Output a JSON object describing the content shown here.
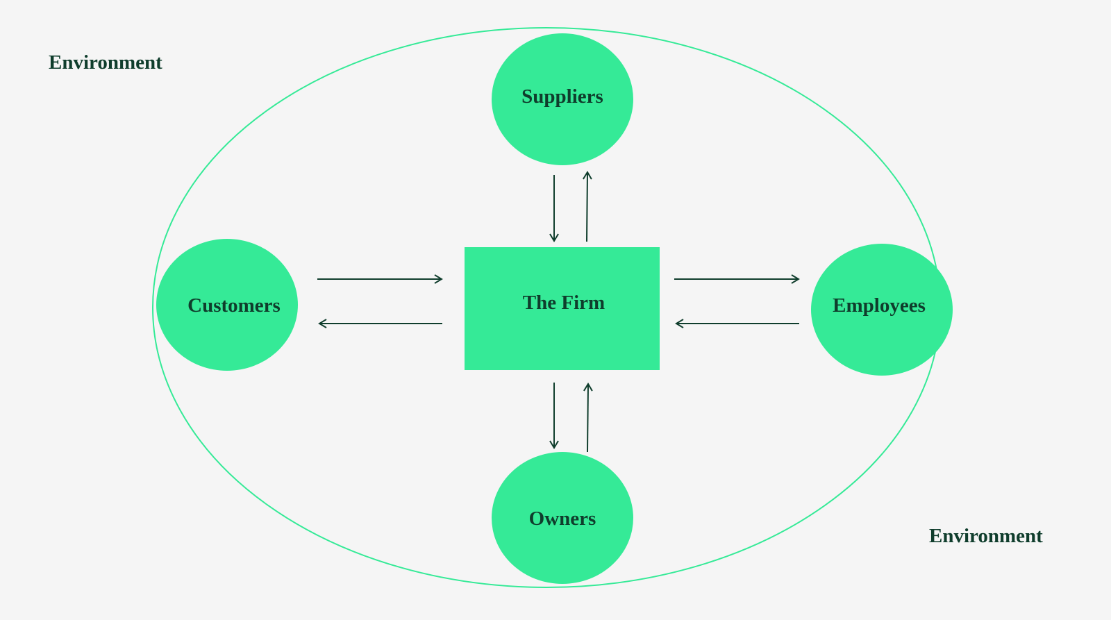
{
  "diagram": {
    "environment_top_label": "Environment",
    "environment_bottom_label": "Environment",
    "center": "The Firm",
    "nodes": {
      "suppliers": "Suppliers",
      "customers": "Customers",
      "employees": "Employees",
      "owners": "Owners"
    },
    "colors": {
      "background": "#f5f5f5",
      "node_fill": "#35ea97",
      "boundary": "#35ea97",
      "arrow": "#0f3d2c",
      "text": "#0f3d2c"
    }
  }
}
